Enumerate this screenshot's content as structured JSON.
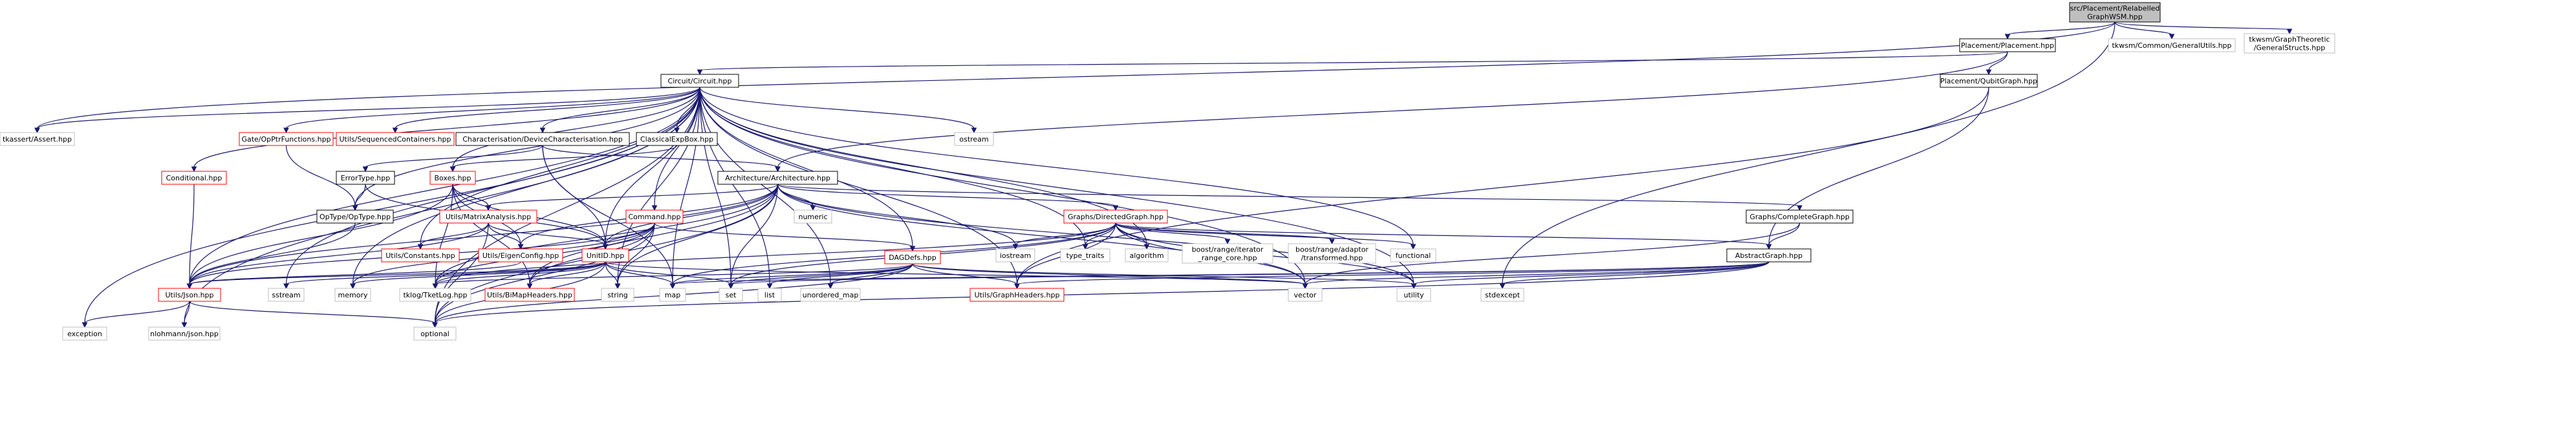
{
  "colors": {
    "root_fill": "#bfbfbf",
    "node_fill": "#ffffff",
    "border_black": "#000000",
    "border_red": "#ff0000",
    "border_gray": "#bfbfbf",
    "edge": "#191970"
  },
  "nodes": [
    {
      "id": "root",
      "lines": [
        "src/Placement/Relabelled",
        "GraphWSM.hpp"
      ],
      "style": "root"
    },
    {
      "id": "placement",
      "lines": [
        "Placement/Placement.hpp"
      ],
      "style": "black"
    },
    {
      "id": "generalutils",
      "lines": [
        "tkwsm/Common/GeneralUtils.hpp"
      ],
      "style": "gray"
    },
    {
      "id": "gtstructs",
      "lines": [
        "tkwsm/GraphTheoretic",
        "/GeneralStructs.hpp"
      ],
      "style": "gray"
    },
    {
      "id": "circuit",
      "lines": [
        "Circuit/Circuit.hpp"
      ],
      "style": "black"
    },
    {
      "id": "qubitgraph",
      "lines": [
        "Placement/QubitGraph.hpp"
      ],
      "style": "black"
    },
    {
      "id": "tkassert",
      "lines": [
        "tkassert/Assert.hpp"
      ],
      "style": "gray"
    },
    {
      "id": "gateop",
      "lines": [
        "Gate/OpPtrFunctions.hpp"
      ],
      "style": "red"
    },
    {
      "id": "seqcont",
      "lines": [
        "Utils/SequencedContainers.hpp"
      ],
      "style": "red"
    },
    {
      "id": "devchar",
      "lines": [
        "Characterisation/DeviceCharacterisation.hpp"
      ],
      "style": "black"
    },
    {
      "id": "classexp",
      "lines": [
        "ClassicalExpBox.hpp"
      ],
      "style": "black"
    },
    {
      "id": "ostream",
      "lines": [
        "ostream"
      ],
      "style": "gray"
    },
    {
      "id": "conditional",
      "lines": [
        "Conditional.hpp"
      ],
      "style": "red"
    },
    {
      "id": "errortype",
      "lines": [
        "ErrorType.hpp"
      ],
      "style": "black"
    },
    {
      "id": "boxes",
      "lines": [
        "Boxes.hpp"
      ],
      "style": "red"
    },
    {
      "id": "arch",
      "lines": [
        "Architecture/Architecture.hpp"
      ],
      "style": "black"
    },
    {
      "id": "optype",
      "lines": [
        "OpType/OpType.hpp"
      ],
      "style": "black"
    },
    {
      "id": "matrix",
      "lines": [
        "Utils/MatrixAnalysis.hpp"
      ],
      "style": "red"
    },
    {
      "id": "command",
      "lines": [
        "Command.hpp"
      ],
      "style": "red"
    },
    {
      "id": "numeric",
      "lines": [
        "numeric"
      ],
      "style": "gray"
    },
    {
      "id": "directed",
      "lines": [
        "Graphs/DirectedGraph.hpp"
      ],
      "style": "red"
    },
    {
      "id": "complete",
      "lines": [
        "Graphs/CompleteGraph.hpp"
      ],
      "style": "black"
    },
    {
      "id": "constants",
      "lines": [
        "Utils/Constants.hpp"
      ],
      "style": "red"
    },
    {
      "id": "eigen",
      "lines": [
        "Utils/EigenConfig.hpp"
      ],
      "style": "red"
    },
    {
      "id": "unitid",
      "lines": [
        "UnitID.hpp"
      ],
      "style": "red"
    },
    {
      "id": "dagdefs",
      "lines": [
        "DAGDefs.hpp"
      ],
      "style": "red"
    },
    {
      "id": "iostream",
      "lines": [
        "iostream"
      ],
      "style": "gray"
    },
    {
      "id": "typetraits",
      "lines": [
        "type_traits"
      ],
      "style": "gray"
    },
    {
      "id": "algorithm",
      "lines": [
        "algorithm"
      ],
      "style": "gray"
    },
    {
      "id": "boostrange",
      "lines": [
        "boost/range/iterator",
        "_range_core.hpp"
      ],
      "style": "gray"
    },
    {
      "id": "boostadaptor",
      "lines": [
        "boost/range/adaptor",
        "/transformed.hpp"
      ],
      "style": "gray"
    },
    {
      "id": "functional",
      "lines": [
        "functional"
      ],
      "style": "gray"
    },
    {
      "id": "abstract",
      "lines": [
        "AbstractGraph.hpp"
      ],
      "style": "black"
    },
    {
      "id": "json",
      "lines": [
        "Utils/Json.hpp"
      ],
      "style": "red"
    },
    {
      "id": "sstream",
      "lines": [
        "sstream"
      ],
      "style": "gray"
    },
    {
      "id": "memory",
      "lines": [
        "memory"
      ],
      "style": "gray"
    },
    {
      "id": "tklog",
      "lines": [
        "tklog/TketLog.hpp"
      ],
      "style": "gray"
    },
    {
      "id": "bimap",
      "lines": [
        "Utils/BiMapHeaders.hpp"
      ],
      "style": "red"
    },
    {
      "id": "string",
      "lines": [
        "string"
      ],
      "style": "gray"
    },
    {
      "id": "map",
      "lines": [
        "map"
      ],
      "style": "gray"
    },
    {
      "id": "set",
      "lines": [
        "set"
      ],
      "style": "gray"
    },
    {
      "id": "list",
      "lines": [
        "list"
      ],
      "style": "gray"
    },
    {
      "id": "unordered",
      "lines": [
        "unordered_map"
      ],
      "style": "gray"
    },
    {
      "id": "graphheaders",
      "lines": [
        "Utils/GraphHeaders.hpp"
      ],
      "style": "red"
    },
    {
      "id": "vector",
      "lines": [
        "vector"
      ],
      "style": "gray"
    },
    {
      "id": "utility",
      "lines": [
        "utility"
      ],
      "style": "gray"
    },
    {
      "id": "stdexcept",
      "lines": [
        "stdexcept"
      ],
      "style": "gray"
    },
    {
      "id": "exception",
      "lines": [
        "exception"
      ],
      "style": "gray"
    },
    {
      "id": "nlohmann",
      "lines": [
        "nlohmann/json.hpp"
      ],
      "style": "gray"
    },
    {
      "id": "optional",
      "lines": [
        "optional"
      ],
      "style": "gray"
    }
  ],
  "edges": [
    [
      "root",
      "placement"
    ],
    [
      "root",
      "generalutils"
    ],
    [
      "root",
      "gtstructs"
    ],
    [
      "root",
      "tkassert"
    ],
    [
      "root",
      "stdexcept"
    ],
    [
      "placement",
      "circuit"
    ],
    [
      "placement",
      "arch"
    ],
    [
      "placement",
      "qubitgraph"
    ],
    [
      "circuit",
      "tkassert"
    ],
    [
      "circuit",
      "gateop"
    ],
    [
      "circuit",
      "seqcont"
    ],
    [
      "circuit",
      "devchar"
    ],
    [
      "circuit",
      "classexp"
    ],
    [
      "circuit",
      "ostream"
    ],
    [
      "circuit",
      "conditional"
    ],
    [
      "circuit",
      "boxes"
    ],
    [
      "circuit",
      "command"
    ],
    [
      "circuit",
      "dagdefs"
    ],
    [
      "circuit",
      "unitid"
    ],
    [
      "circuit",
      "json"
    ],
    [
      "circuit",
      "sstream"
    ],
    [
      "circuit",
      "string"
    ],
    [
      "circuit",
      "map"
    ],
    [
      "circuit",
      "list"
    ],
    [
      "circuit",
      "set"
    ],
    [
      "circuit",
      "unordered"
    ],
    [
      "circuit",
      "graphheaders"
    ],
    [
      "circuit",
      "typetraits"
    ],
    [
      "circuit",
      "algorithm"
    ],
    [
      "circuit",
      "functional"
    ],
    [
      "circuit",
      "vector"
    ],
    [
      "circuit",
      "utility"
    ],
    [
      "circuit",
      "optional"
    ],
    [
      "circuit",
      "exception"
    ],
    [
      "circuit",
      "memory"
    ],
    [
      "circuit",
      "optype"
    ],
    [
      "circuit",
      "nlohmann"
    ],
    [
      "circuit",
      "constants"
    ],
    [
      "qubitgraph",
      "abstract"
    ],
    [
      "qubitgraph",
      "graphheaders"
    ],
    [
      "gateop",
      "optype"
    ],
    [
      "devchar",
      "arch"
    ],
    [
      "devchar",
      "errortype"
    ],
    [
      "devchar",
      "unitid"
    ],
    [
      "devchar",
      "map"
    ],
    [
      "classexp",
      "boxes"
    ],
    [
      "conditional",
      "json"
    ],
    [
      "errortype",
      "optype"
    ],
    [
      "errortype",
      "unitid"
    ],
    [
      "boxes",
      "matrix"
    ],
    [
      "boxes",
      "unitid"
    ],
    [
      "boxes",
      "json"
    ],
    [
      "boxes",
      "eigen"
    ],
    [
      "boxes",
      "bimap"
    ],
    [
      "boxes",
      "tklog"
    ],
    [
      "arch",
      "matrix"
    ],
    [
      "arch",
      "directed"
    ],
    [
      "arch",
      "complete"
    ],
    [
      "arch",
      "unitid"
    ],
    [
      "arch",
      "eigen"
    ],
    [
      "arch",
      "json"
    ],
    [
      "arch",
      "numeric"
    ],
    [
      "arch",
      "iostream"
    ],
    [
      "arch",
      "string"
    ],
    [
      "arch",
      "set"
    ],
    [
      "arch",
      "bimap"
    ],
    [
      "arch",
      "vector"
    ],
    [
      "arch",
      "utility"
    ],
    [
      "arch",
      "optional"
    ],
    [
      "arch",
      "tklog"
    ],
    [
      "optype",
      "json"
    ],
    [
      "matrix",
      "constants"
    ],
    [
      "matrix",
      "eigen"
    ],
    [
      "matrix",
      "unitid"
    ],
    [
      "matrix",
      "json"
    ],
    [
      "matrix",
      "optional"
    ],
    [
      "command",
      "unitid"
    ],
    [
      "command",
      "dagdefs"
    ],
    [
      "command",
      "json"
    ],
    [
      "command",
      "memory"
    ],
    [
      "command",
      "string"
    ],
    [
      "command",
      "optional"
    ],
    [
      "command",
      "tklog"
    ],
    [
      "command",
      "bimap"
    ],
    [
      "directed",
      "abstract"
    ],
    [
      "directed",
      "iostream"
    ],
    [
      "directed",
      "typetraits"
    ],
    [
      "directed",
      "algorithm"
    ],
    [
      "directed",
      "boostrange"
    ],
    [
      "directed",
      "boostadaptor"
    ],
    [
      "directed",
      "functional"
    ],
    [
      "directed",
      "graphheaders"
    ],
    [
      "directed",
      "vector"
    ],
    [
      "directed",
      "utility"
    ],
    [
      "directed",
      "set"
    ],
    [
      "directed",
      "map"
    ],
    [
      "directed",
      "tklog"
    ],
    [
      "complete",
      "abstract"
    ],
    [
      "complete",
      "vector"
    ],
    [
      "unitid",
      "json"
    ],
    [
      "unitid",
      "bimap"
    ],
    [
      "unitid",
      "sstream"
    ],
    [
      "unitid",
      "memory"
    ],
    [
      "unitid",
      "string"
    ],
    [
      "unitid",
      "map"
    ],
    [
      "unitid",
      "set"
    ],
    [
      "unitid",
      "vector"
    ],
    [
      "unitid",
      "optional"
    ],
    [
      "unitid",
      "tklog"
    ],
    [
      "dagdefs",
      "graphheaders"
    ],
    [
      "dagdefs",
      "map"
    ],
    [
      "dagdefs",
      "set"
    ],
    [
      "dagdefs",
      "list"
    ],
    [
      "dagdefs",
      "unordered"
    ],
    [
      "dagdefs",
      "vector"
    ],
    [
      "dagdefs",
      "utility"
    ],
    [
      "dagdefs",
      "optional"
    ],
    [
      "dagdefs",
      "tklog"
    ],
    [
      "abstract",
      "graphheaders"
    ],
    [
      "abstract",
      "map"
    ],
    [
      "abstract",
      "set"
    ],
    [
      "abstract",
      "vector"
    ],
    [
      "abstract",
      "utility"
    ],
    [
      "abstract",
      "stdexcept"
    ],
    [
      "abstract",
      "optional"
    ],
    [
      "json",
      "exception"
    ],
    [
      "json",
      "nlohmann"
    ],
    [
      "json",
      "optional"
    ],
    [
      "eigen",
      "json"
    ]
  ]
}
